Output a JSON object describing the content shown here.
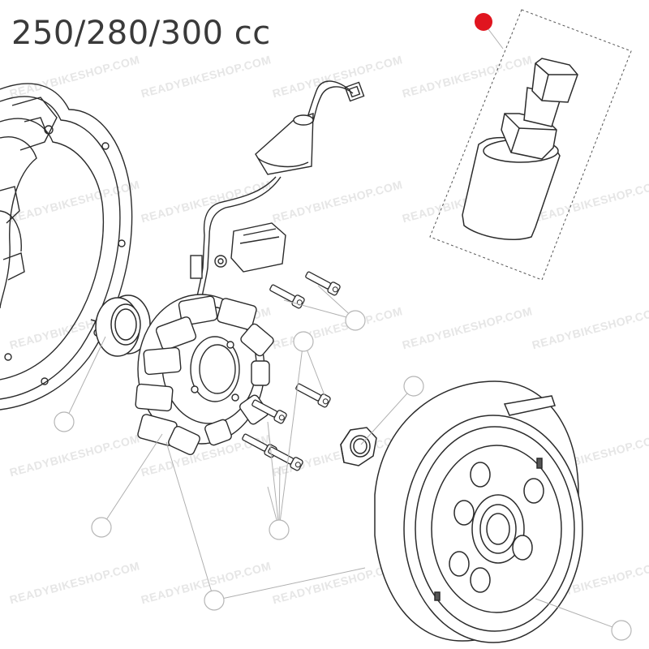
{
  "diagram": {
    "title": "250/280/300 cc",
    "watermark_text": "READYBIKESHOP.COM",
    "line_color": "#2b2b2b",
    "leader_color": "#b0b0b0",
    "callout_color": "#b5b5b5",
    "highlight_color": "#e0151f",
    "watermark_color": "#e6e6e6",
    "parts": [
      {
        "id": "crankcase-cover",
        "icon": "crankcase-cover-icon"
      },
      {
        "id": "bearing",
        "icon": "bearing-ring-icon"
      },
      {
        "id": "stator",
        "icon": "stator-coil-icon"
      },
      {
        "id": "stator-bolts",
        "icon": "bolt-icon"
      },
      {
        "id": "nut",
        "icon": "hex-nut-icon"
      },
      {
        "id": "flywheel-rotor",
        "icon": "flywheel-icon"
      },
      {
        "id": "flywheel-puller-tool",
        "icon": "puller-tool-icon",
        "highlighted": true
      }
    ]
  }
}
